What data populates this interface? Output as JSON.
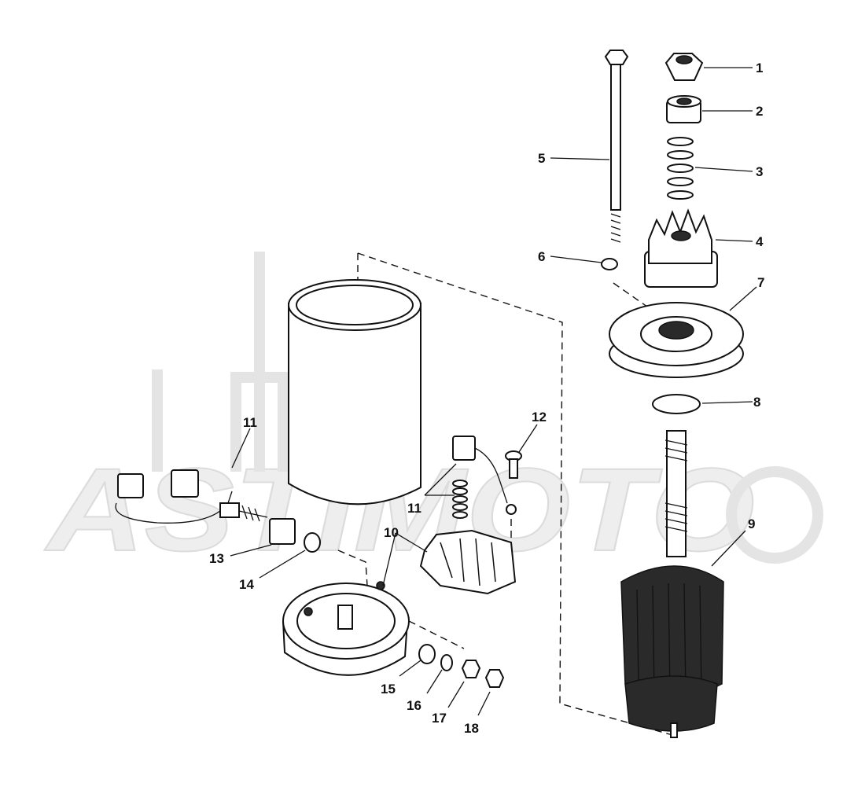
{
  "watermark": {
    "text": "ASTIMOTO"
  },
  "callouts": [
    {
      "id": "1",
      "label": "1"
    },
    {
      "id": "2",
      "label": "2"
    },
    {
      "id": "3",
      "label": "3"
    },
    {
      "id": "4",
      "label": "4"
    },
    {
      "id": "5",
      "label": "5"
    },
    {
      "id": "6",
      "label": "6"
    },
    {
      "id": "7",
      "label": "7"
    },
    {
      "id": "8",
      "label": "8"
    },
    {
      "id": "9",
      "label": "9"
    },
    {
      "id": "10",
      "label": "10"
    },
    {
      "id": "11a",
      "label": "11"
    },
    {
      "id": "11b",
      "label": "11"
    },
    {
      "id": "12",
      "label": "12"
    },
    {
      "id": "13",
      "label": "13"
    },
    {
      "id": "14",
      "label": "14"
    },
    {
      "id": "15",
      "label": "15"
    },
    {
      "id": "16",
      "label": "16"
    },
    {
      "id": "17",
      "label": "17"
    },
    {
      "id": "18",
      "label": "18"
    }
  ]
}
